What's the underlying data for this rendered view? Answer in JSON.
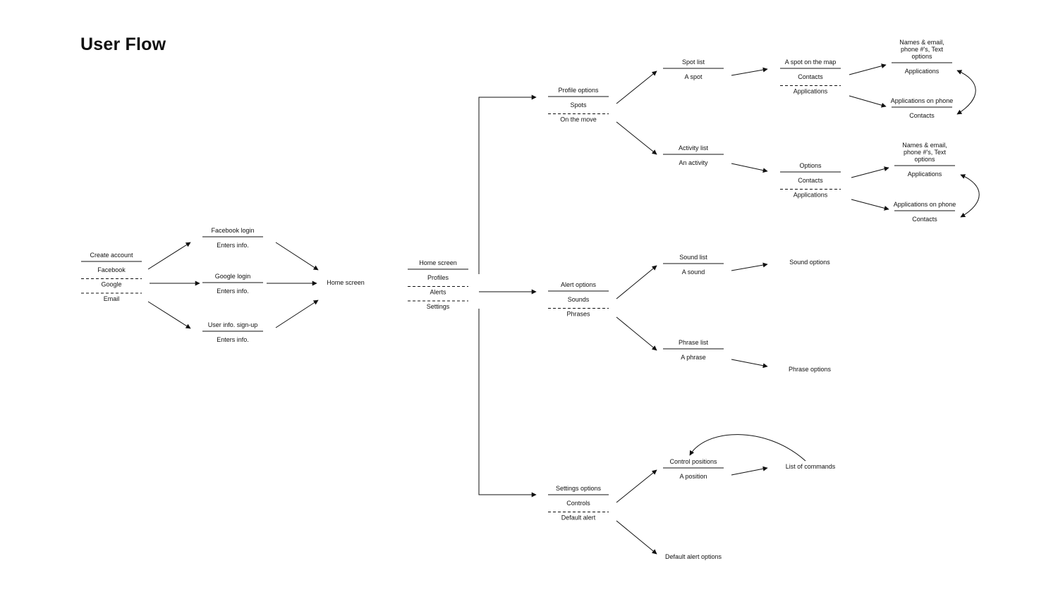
{
  "title": "User Flow",
  "colors": {
    "ink": "#111111",
    "background": "#ffffff"
  },
  "nodes": {
    "create_account": {
      "header": "Create account",
      "items": [
        "Facebook",
        "Google",
        "Email"
      ]
    },
    "facebook_login": {
      "header": "Facebook login",
      "items": [
        "Enters info."
      ]
    },
    "google_login": {
      "header": "Google login",
      "items": [
        "Enters info."
      ]
    },
    "user_signup": {
      "header": "User info. sign-up",
      "items": [
        "Enters info."
      ]
    },
    "home_screen_end": {
      "header": "Home screen",
      "items": []
    },
    "home_screen": {
      "header": "Home screen",
      "items": [
        "Profiles",
        "Alerts",
        "Settings"
      ]
    },
    "profile_options": {
      "header": "Profile options",
      "items": [
        "Spots",
        "On the move"
      ]
    },
    "alert_options": {
      "header": "Alert options",
      "items": [
        "Sounds",
        "Phrases"
      ]
    },
    "settings_options": {
      "header": "Settings options",
      "items": [
        "Controls",
        "Default alert"
      ]
    },
    "spot_list": {
      "header": "Spot list",
      "items": [
        "A spot"
      ]
    },
    "activity_list": {
      "header": "Activity list",
      "items": [
        "An activity"
      ]
    },
    "sound_list": {
      "header": "Sound list",
      "items": [
        "A sound"
      ]
    },
    "phrase_list": {
      "header": "Phrase list",
      "items": [
        "A phrase"
      ]
    },
    "control_positions": {
      "header": "Control positions",
      "items": [
        "A position"
      ]
    },
    "default_alert_options": {
      "header": "Default alert options",
      "items": []
    },
    "spot_on_map": {
      "header": "A spot on the map",
      "items": [
        "Contacts",
        "Applications"
      ]
    },
    "activity_options": {
      "header": "Options",
      "items": [
        "Contacts",
        "Applications"
      ]
    },
    "sound_options": {
      "header": "Sound options",
      "items": []
    },
    "phrase_options": {
      "header": "Phrase options",
      "items": []
    },
    "list_of_commands": {
      "header": "List of commands",
      "items": []
    },
    "spot_names_email": {
      "header_lines": [
        "Names & email,",
        "phone #'s, Text",
        "options"
      ],
      "items": [
        "Applications"
      ]
    },
    "spot_apps_phone": {
      "header": "Applications on phone",
      "items": [
        "Contacts"
      ]
    },
    "activity_names_email": {
      "header_lines": [
        "Names & email,",
        "phone #'s, Text",
        "options"
      ],
      "items": [
        "Applications"
      ]
    },
    "activity_apps_phone": {
      "header": "Applications on phone",
      "items": [
        "Contacts"
      ]
    }
  }
}
